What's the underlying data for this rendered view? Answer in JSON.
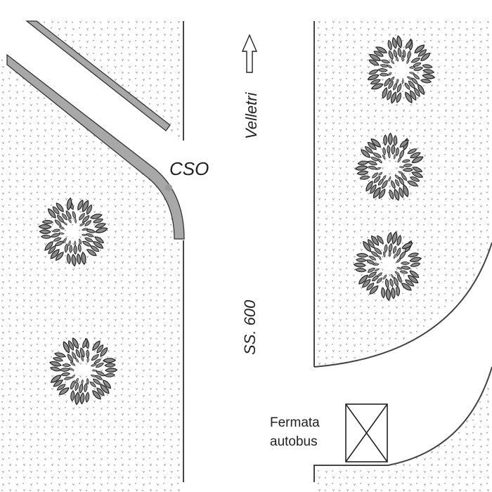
{
  "map": {
    "direction_label": "Velletri",
    "road_label": "SS. 600",
    "point_label": "CSO",
    "bus_stop": {
      "line1": "Fermata",
      "line2": "autobus",
      "icon": "bus-stop-box-icon"
    },
    "arrow_icon": "arrow-up-icon",
    "tree_icon": "tree-canopy-icon",
    "tree_count": 5,
    "colors": {
      "ground_pattern": "#9a9a9a",
      "tree_fill": "#8c8c8c",
      "tree_stroke": "#222222",
      "road_edge": "#444444",
      "sidewalk_fill": "#a8a8a8",
      "point_marker": "#9a9a9a"
    }
  }
}
